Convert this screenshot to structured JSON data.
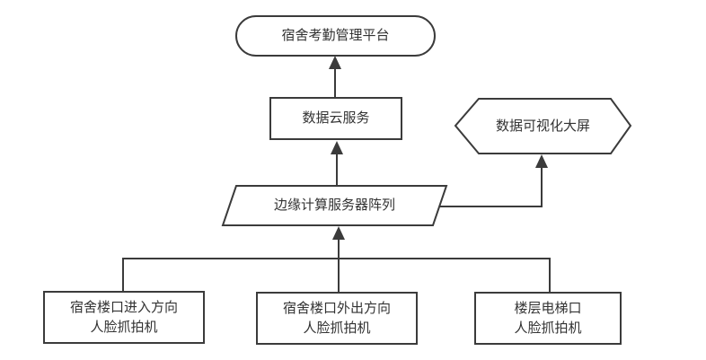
{
  "diagram": {
    "type": "flowchart",
    "nodes": {
      "platform": {
        "label": "宿舍考勤管理平台",
        "shape": "stadium"
      },
      "cloud_service": {
        "label": "数据云服务",
        "shape": "rectangle"
      },
      "data_screen": {
        "label": "数据可视化大屏",
        "shape": "hexagon"
      },
      "edge_server_array": {
        "label": "边缘计算服务器阵列",
        "shape": "parallelogram"
      },
      "camera_entry": {
        "label": "宿舍楼口进入方向\n人脸抓拍机",
        "shape": "rectangle"
      },
      "camera_exit": {
        "label": "宿舍楼口外出方向\n人脸抓拍机",
        "shape": "rectangle"
      },
      "camera_elevator": {
        "label": "楼层电梯口\n人脸抓拍机",
        "shape": "rectangle"
      }
    },
    "edges": [
      {
        "from": "camera_entry",
        "to": "edge_server_array",
        "arrow": "up"
      },
      {
        "from": "camera_exit",
        "to": "edge_server_array",
        "arrow": "up"
      },
      {
        "from": "camera_elevator",
        "to": "edge_server_array",
        "arrow": "up"
      },
      {
        "from": "edge_server_array",
        "to": "cloud_service",
        "arrow": "up"
      },
      {
        "from": "edge_server_array",
        "to": "data_screen",
        "arrow": "up"
      },
      {
        "from": "cloud_service",
        "to": "platform",
        "arrow": "up"
      }
    ],
    "colors": {
      "stroke": "#3b3b3b",
      "text": "#333333",
      "background": "#ffffff"
    }
  }
}
